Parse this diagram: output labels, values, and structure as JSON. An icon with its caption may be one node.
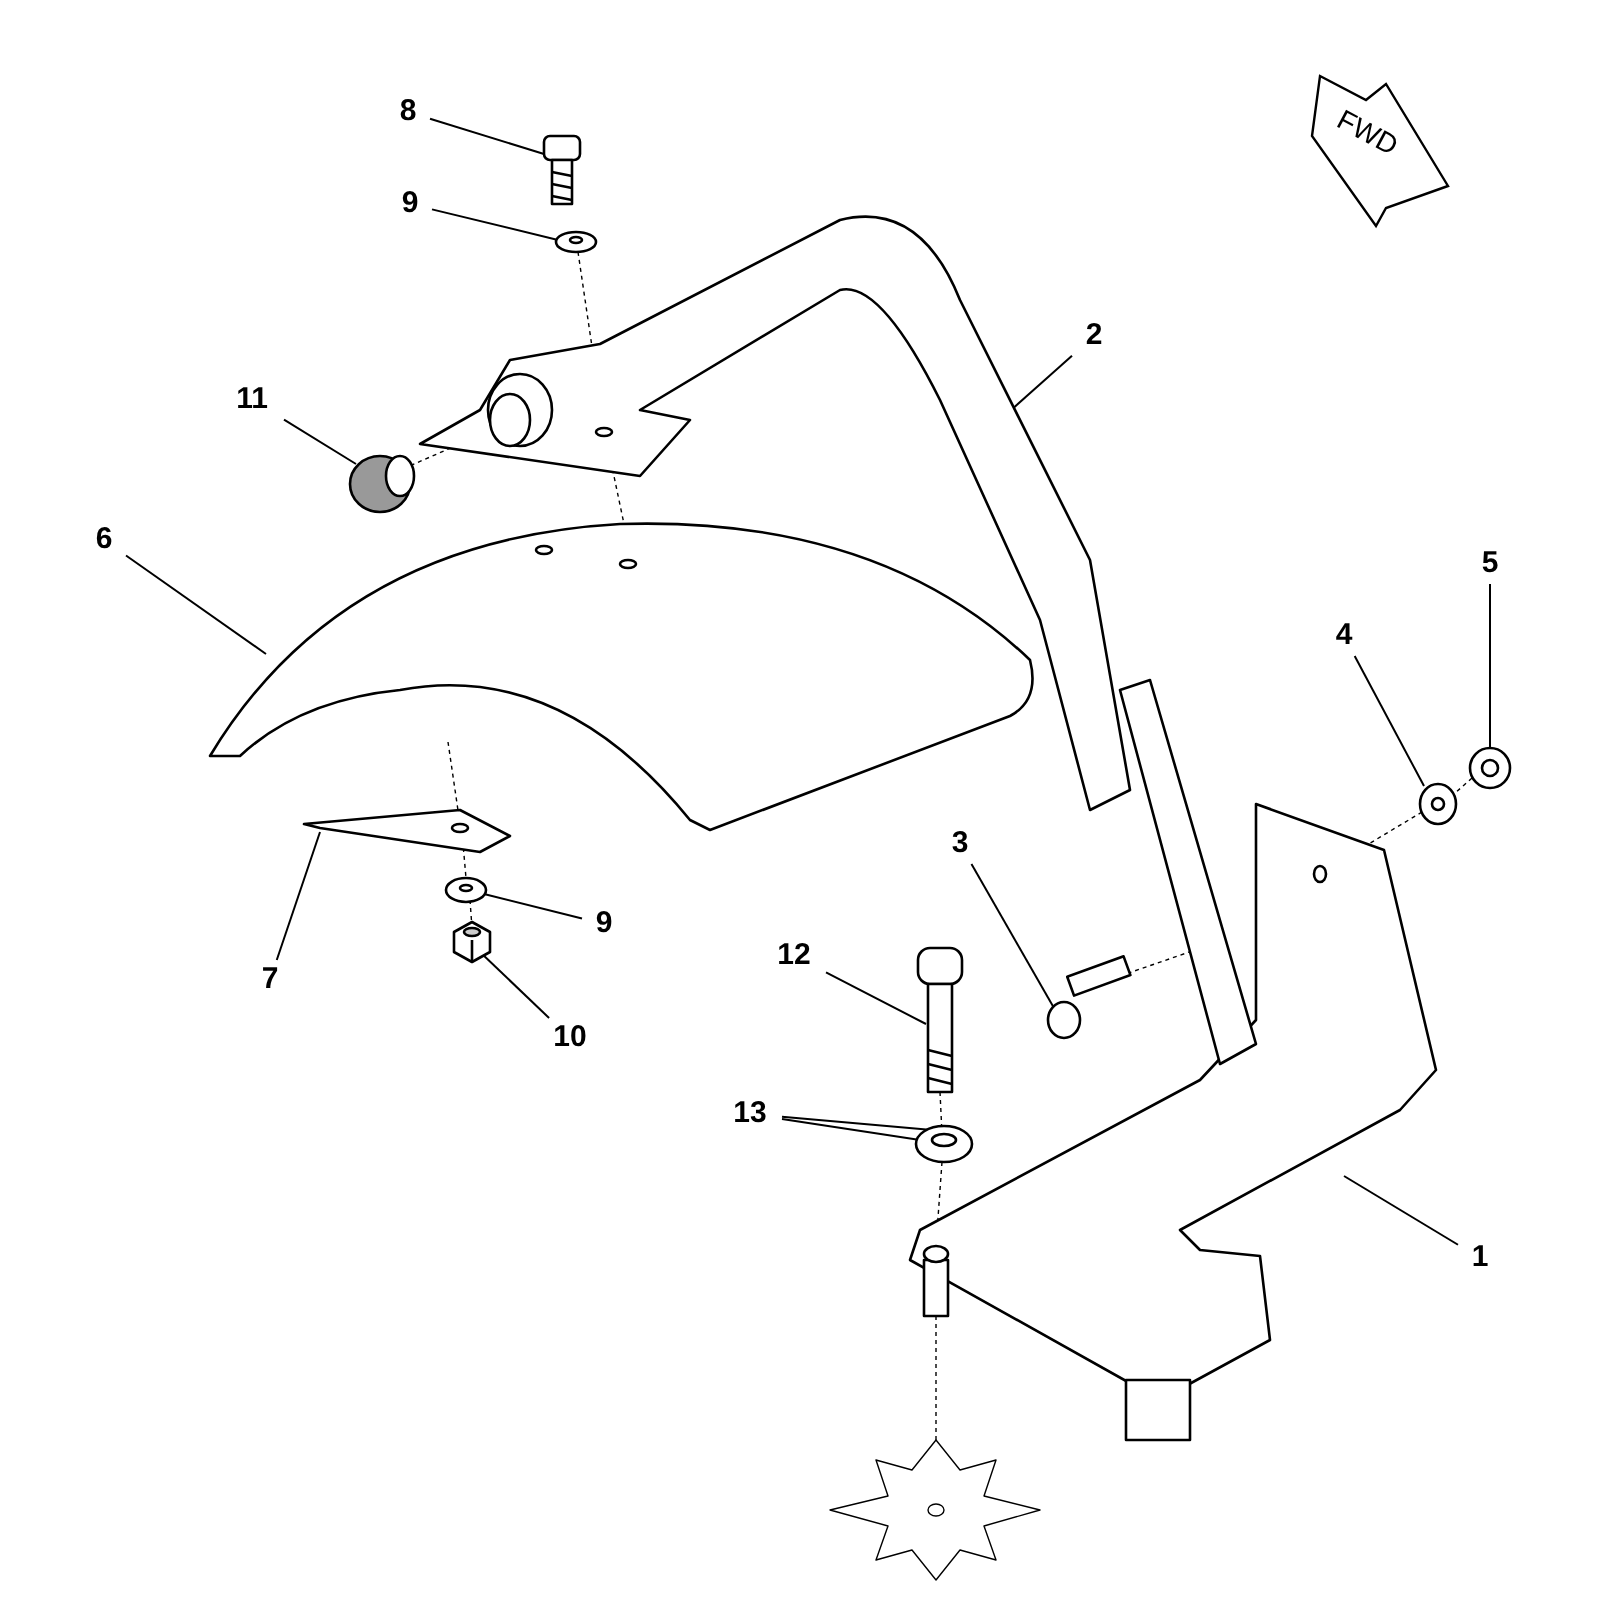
{
  "diagram": {
    "nodes": [
      {
        "text": [
          "8"
        ]
      },
      {
        "text": [
          "9"
        ]
      },
      {
        "text": [
          "11"
        ]
      },
      {
        "text": [
          "2"
        ]
      },
      {
        "text": [
          "6"
        ]
      },
      {
        "text": [
          "5"
        ]
      },
      {
        "text": [
          "4"
        ]
      },
      {
        "text": [
          "3"
        ]
      },
      {
        "text": [
          "7"
        ]
      },
      {
        "text": [
          "9"
        ]
      },
      {
        "text": [
          "12"
        ]
      },
      {
        "text": [
          "10"
        ]
      },
      {
        "text": [
          "13"
        ]
      },
      {
        "text": [
          "1"
        ]
      },
      {
        "text": [],
        "shape": "picture"
      },
      {
        "text": [],
        "shape": "picture"
      },
      {
        "text": [],
        "shape": "picture"
      },
      {
        "text": [],
        "shape": "picture"
      },
      {
        "text": [],
        "shape": "picture"
      },
      {
        "text": [],
        "shape": "picture"
      },
      {
        "text": [],
        "shape": "picture"
      },
      {
        "text": [],
        "shape": "picture"
      },
      {
        "text": [],
        "shape": "picture"
      },
      {
        "text": [],
        "shape": "picture"
      },
      {
        "text": [],
        "shape": "picture"
      },
      {
        "text": [],
        "shape": "picture"
      },
      {
        "text": [],
        "shape": "picture"
      },
      {
        "text": [],
        "shape": "picture"
      },
      {
        "text": [],
        "shape": "picture"
      }
    ],
    "edges": [
      {
        "from": 0,
        "to": 14,
        "arrow": "none"
      },
      {
        "from": 1,
        "to": 15,
        "arrow": "none"
      },
      {
        "from": 2,
        "to": 16,
        "arrow": "none"
      },
      {
        "from": 3,
        "to": 17,
        "arrow": "none"
      },
      {
        "from": 4,
        "to": 18,
        "arrow": "none"
      },
      {
        "from": 5,
        "to": 19,
        "arrow": "none"
      },
      {
        "from": 6,
        "to": 20,
        "arrow": "none"
      },
      {
        "from": 7,
        "to": 21,
        "arrow": "none"
      },
      {
        "from": 8,
        "to": 22,
        "arrow": "none"
      },
      {
        "from": 9,
        "to": 23,
        "arrow": "none"
      },
      {
        "from": 10,
        "to": 24,
        "arrow": "none"
      },
      {
        "from": 11,
        "to": 25,
        "arrow": "none"
      },
      {
        "from": 12,
        "to": 26,
        "arrow": "none"
      },
      {
        "from": 12,
        "to": 26,
        "arrow": "none"
      },
      {
        "from": 13,
        "to": 27,
        "arrow": "none"
      },
      {
        "from": 15,
        "to": 17,
        "arrow": "none",
        "style": "dashed"
      },
      {
        "from": 16,
        "to": 17,
        "arrow": "none",
        "style": "dashed"
      },
      {
        "from": 17,
        "to": 18,
        "arrow": "none",
        "style": "dashed"
      },
      {
        "from": 18,
        "to": 22,
        "arrow": "none",
        "style": "dashed"
      },
      {
        "from": 22,
        "to": 23,
        "arrow": "none",
        "style": "dashed"
      },
      {
        "from": 23,
        "to": 25,
        "arrow": "none",
        "style": "dashed"
      },
      {
        "from": 19,
        "to": 20,
        "arrow": "none",
        "style": "dashed"
      },
      {
        "from": 20,
        "to": 27,
        "arrow": "none",
        "style": "dashed"
      },
      {
        "from": 21,
        "to": 27,
        "arrow": "none",
        "style": "dashed"
      },
      {
        "from": 24,
        "to": 26,
        "arrow": "none",
        "style": "dashed"
      },
      {
        "from": 26,
        "to": 27,
        "arrow": "none",
        "style": "dashed"
      },
      {
        "from": 27,
        "to": 28,
        "arrow": "none",
        "style": "dashed"
      }
    ],
    "labels": [
      "FWD"
    ]
  }
}
